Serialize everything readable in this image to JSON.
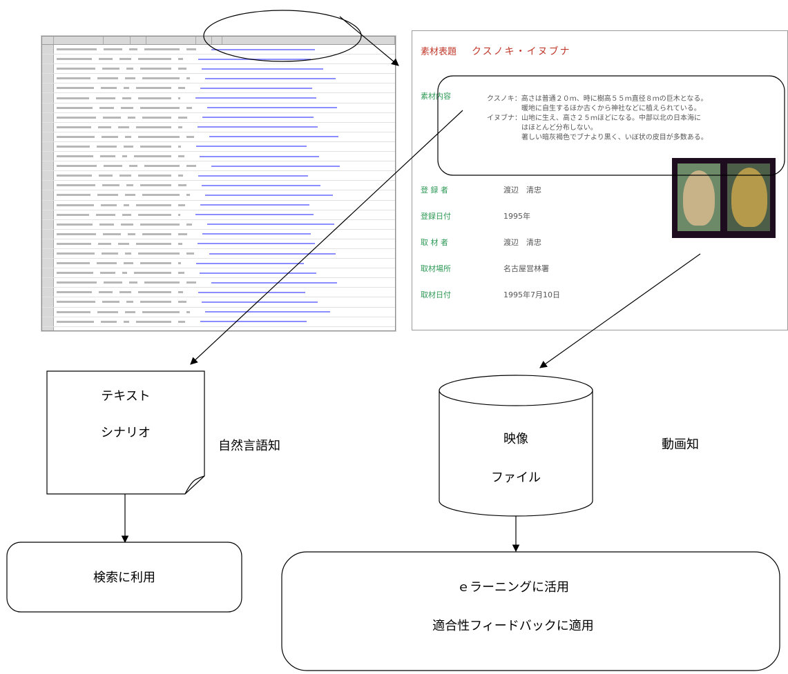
{
  "diagram": {
    "nodes": {
      "text_scenario": {
        "line1": "テキスト",
        "line2": "シナリオ"
      },
      "video_file": {
        "line1": "映像",
        "line2": "ファイル"
      },
      "search_use": "検索に利用",
      "elearning_use": {
        "line1": "ｅラーニングに活用",
        "line2": "適合性フィードバックに適用"
      }
    },
    "labels": {
      "natural_language": "自然言語知",
      "video_knowledge": "動画知"
    }
  },
  "detail_page": {
    "material_title_label": "素材表題",
    "material_title": "クスノキ・イヌブナ",
    "content_label": "素材内容",
    "description": "クスノキ：高さは普通２０ｍ、時に樹高５５ｍ直径８ｍの巨木となる。\n　　　　　暖地に自生するほか古くから神社などに植えられている。\nイヌブナ：山地に生え、高さ２５ｍほどになる。中部以北の日本海に\n　　　　　はほとんど分布しない。\n　　　　　著しい暗灰褐色でブナより黒く、いぼ状の皮目が多数ある。",
    "fields": [
      {
        "label": "登 録 者",
        "value": "渡辺　清忠"
      },
      {
        "label": "登録日付",
        "value": "1995年"
      },
      {
        "label": "取 材 者",
        "value": "渡辺　清忠"
      },
      {
        "label": "取材場所",
        "value": "名古屋営林署"
      },
      {
        "label": "取材日付",
        "value": "1995年7月10日"
      }
    ]
  },
  "colors": {
    "title_red": "#c0392b",
    "label_green": "#2f9a57",
    "link_blue": "#8a8cff",
    "photo_frame": "#1e0d1e"
  }
}
